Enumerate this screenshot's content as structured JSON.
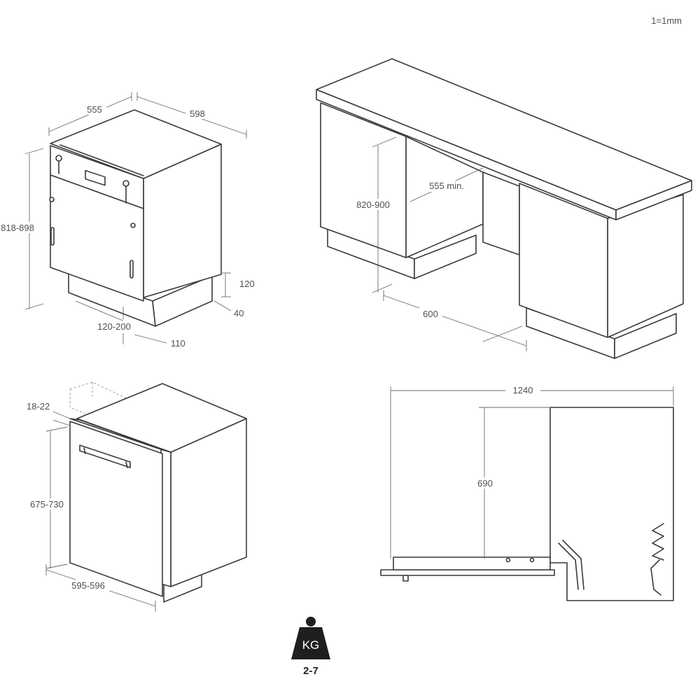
{
  "scale_note": "1=1mm",
  "semi_integrated_view": {
    "depth": "555",
    "width": "598",
    "height": "818-898",
    "plinth_height": "120",
    "plinth_setback": "40",
    "plinth_depth": "120-200",
    "toe_kick": "110"
  },
  "installation_view": {
    "niche_height": "820-900",
    "niche_depth": "555 min.",
    "niche_width": "600"
  },
  "fully_integrated_view": {
    "panel_thickness": "18-22",
    "panel_height": "675-730",
    "panel_width": "595-596"
  },
  "door_swing_view": {
    "total_depth": "1240",
    "door_height": "690"
  },
  "weight": {
    "icon": "weight-icon",
    "unit": "KG",
    "range": "2-7"
  }
}
